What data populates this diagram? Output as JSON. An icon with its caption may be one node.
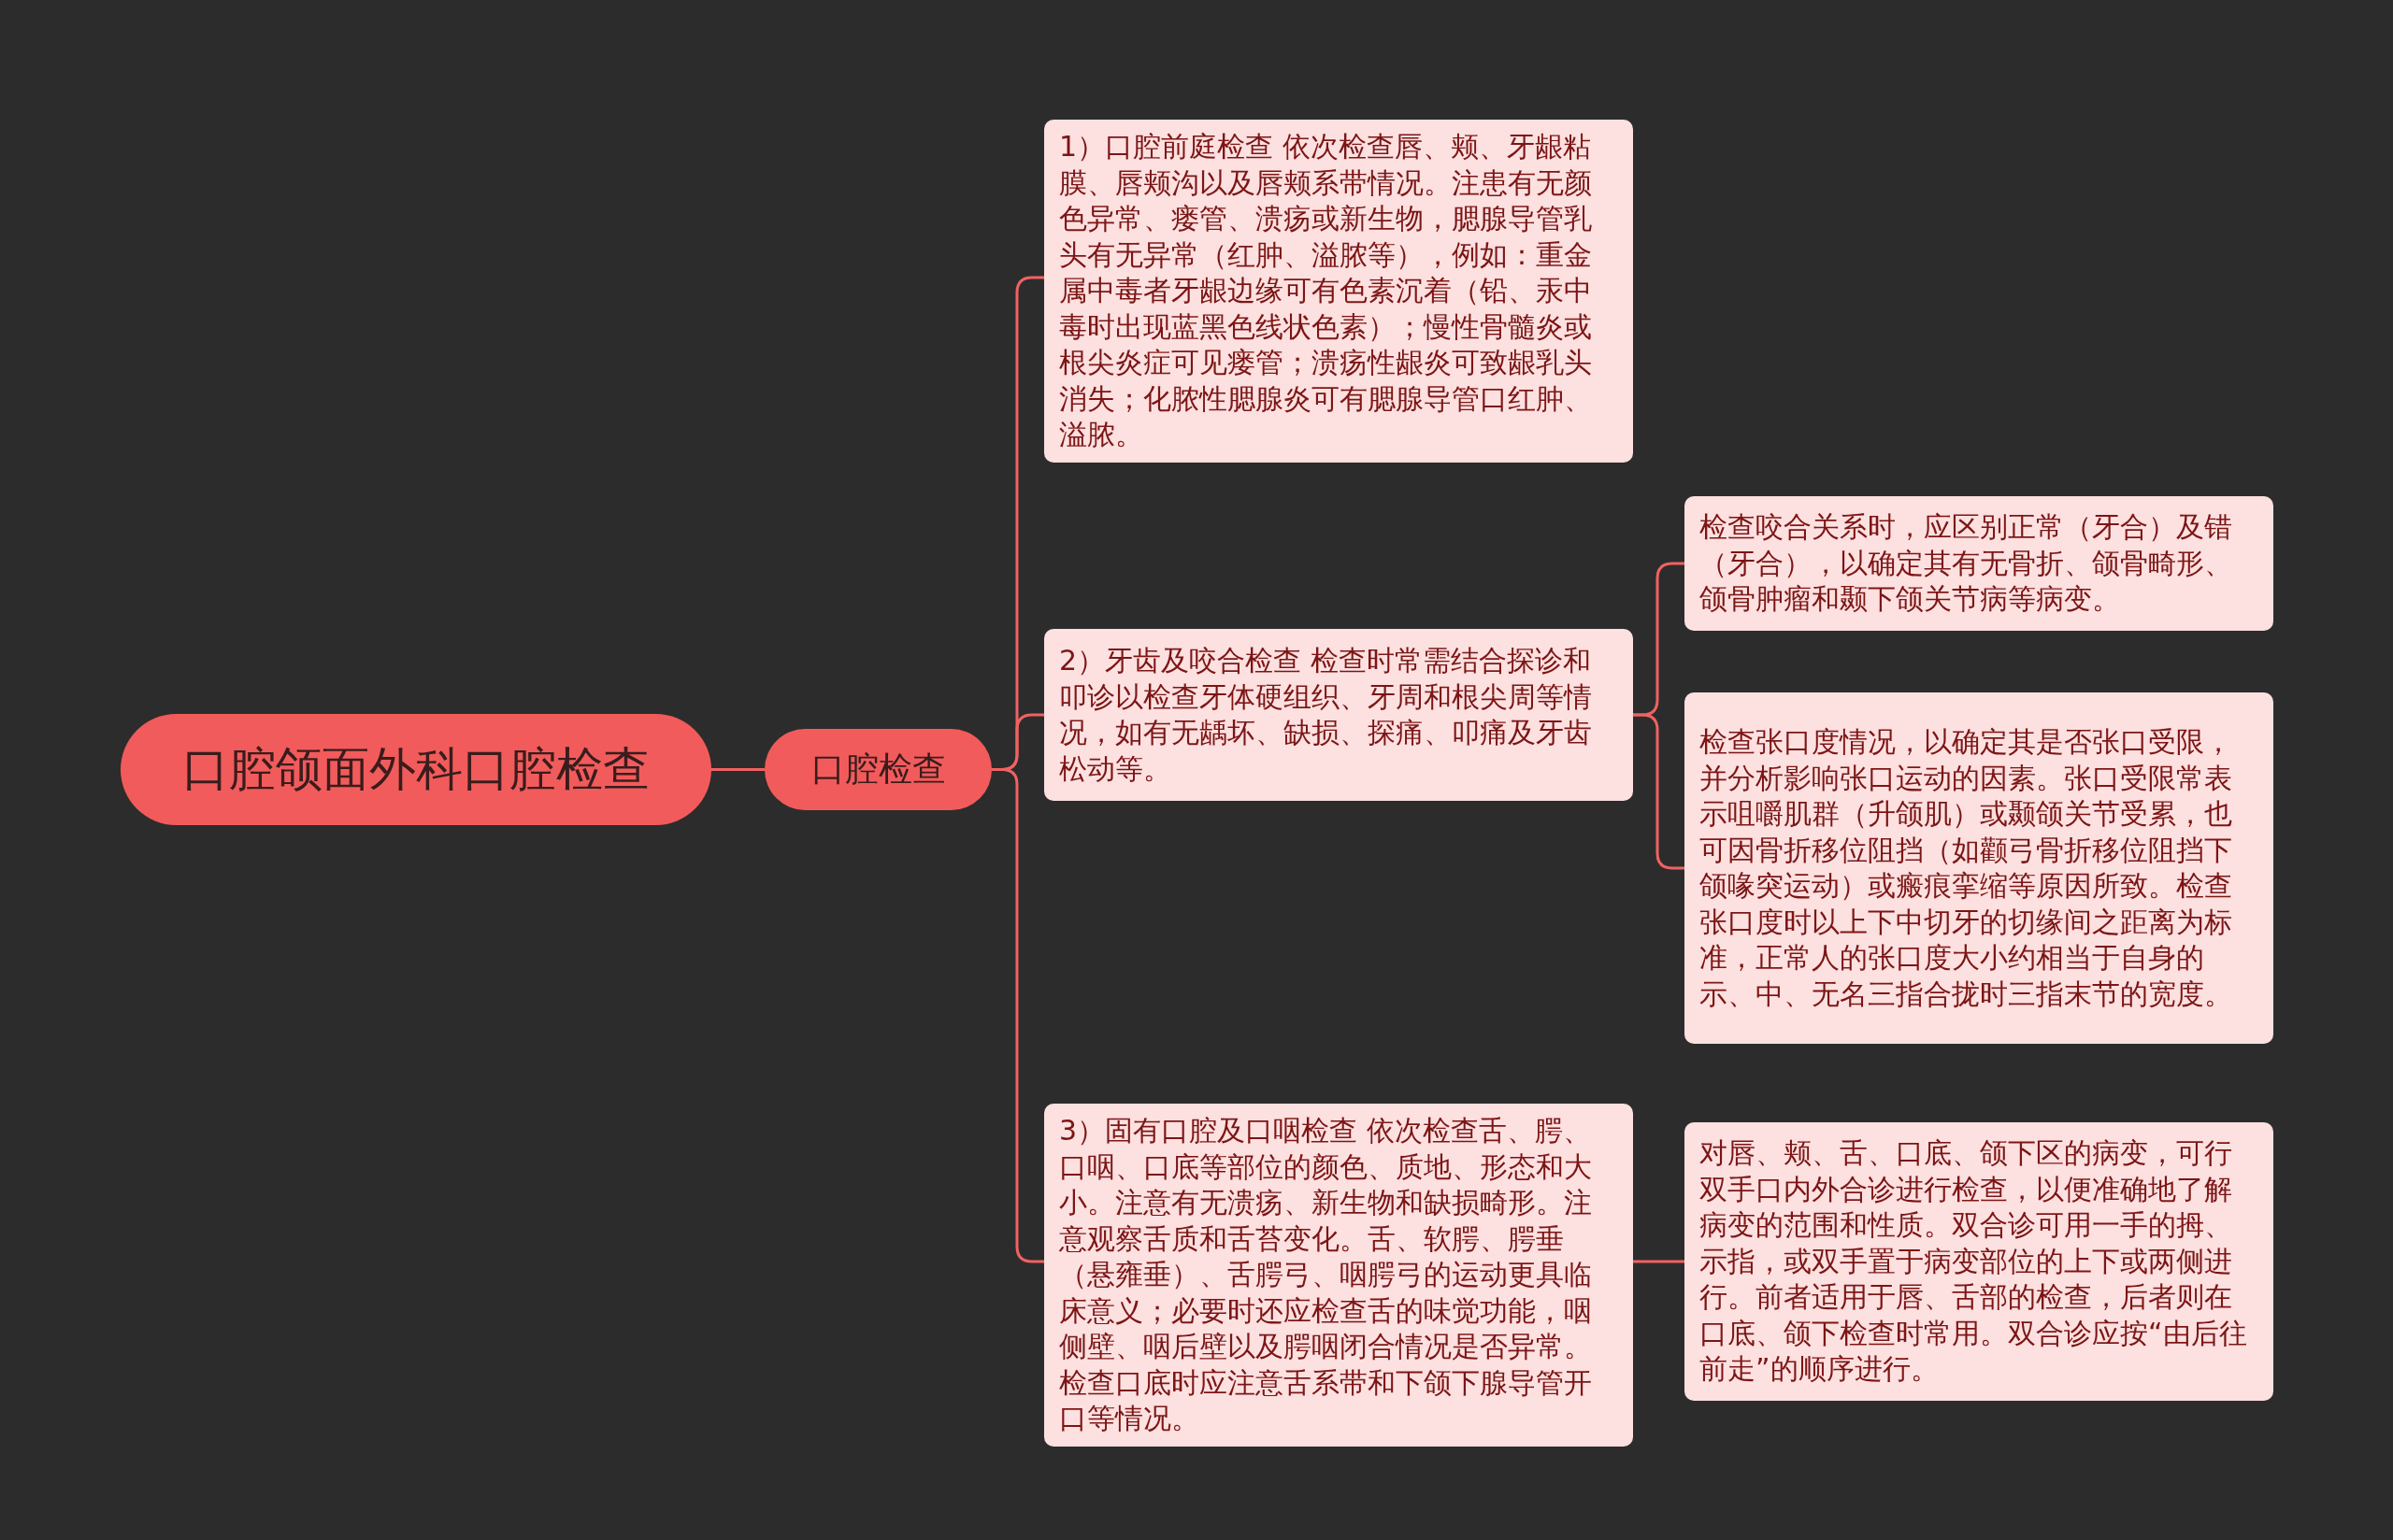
{
  "diagram": {
    "nodes": [
      {
        "text": [
          "口腔颌面外科口腔检查"
        ]
      },
      {
        "text": [
          "口腔检查"
        ]
      },
      {
        "text": [
          "1）口腔前庭检查 依次检查唇、颊、牙龈粘膜、唇颊沟以及唇颊系带情况。注患有无颜色异常、瘘管、溃疡或新生物，腮腺导管乳头有无异常（红肿、溢脓等），例如：重金属中毒者牙龈边缘可有色素沉着（铅、汞中毒时出现蓝黑色线状色素）；慢性骨髓炎或根尖炎症可见瘘管；溃疡性龈炎可致龈乳头消失；化脓性腮腺炎可有腮腺导管口红肿、溢脓。"
        ]
      },
      {
        "text": [
          "2）牙齿及咬合检查 检查时常需结合探诊和叩诊以检查牙体硬组织、牙周和根尖周等情况，如有无龋坏、缺损、探痛、叩痛及牙齿松动等。"
        ]
      },
      {
        "text": [
          "检查咬合关系时，应区别正常（牙合）及错（牙合），以确定其有无骨折、颌骨畸形、颌骨肿瘤和颞下颌关节病等病变。"
        ]
      },
      {
        "text": [
          "检查张口度情况，以确定其是否张口受限，并分析影响张口运动的因素。张口受限常表示咀嚼肌群（升颌肌）或颞颌关节受累，也可因骨折移位阻挡（如颧弓骨折移位阻挡下颌喙突运动）或瘢痕挛缩等原因所致。检查张口度时以上下中切牙的切缘间之距离为标准，正常人的张口度大小约相当于自身的示、中、无名三指合拢时三指末节的宽度。"
        ]
      },
      {
        "text": [
          "3）固有口腔及口咽检查 依次检查舌、腭、口咽、口底等部位的颜色、质地、形态和大小。注意有无溃疡、新生物和缺损畸形。注意观察舌质和舌苔变化。舌、软腭、腭垂（悬雍垂）、舌腭弓、咽腭弓的运动更具临床意义；必要时还应检查舌的味觉功能，咽侧壁、咽后壁以及腭咽闭合情况是否异常。检查口底时应注意舌系带和下颌下腺导管开口等情况。"
        ]
      },
      {
        "text": [
          "对唇、颊、舌、口底、颌下区的病变，可行双手口内外合诊进行检查，以便准确地了解病变的范围和性质。双合诊可用一手的拇、示指，或双手置于病变部位的上下或两侧进行。前者适用于唇、舌部的检查，后者则在口底、颌下检查时常用。双合诊应按“由后往前走”的顺序进行。"
        ]
      }
    ],
    "edges": [
      {
        "from": 0,
        "to": 1,
        "arrow": "none"
      },
      {
        "from": 1,
        "to": 2,
        "arrow": "none"
      },
      {
        "from": 1,
        "to": 3,
        "arrow": "none"
      },
      {
        "from": 1,
        "to": 6,
        "arrow": "none"
      },
      {
        "from": 3,
        "to": 4,
        "arrow": "none"
      },
      {
        "from": 3,
        "to": 5,
        "arrow": "none"
      },
      {
        "from": 6,
        "to": 7,
        "arrow": "none"
      }
    ]
  }
}
